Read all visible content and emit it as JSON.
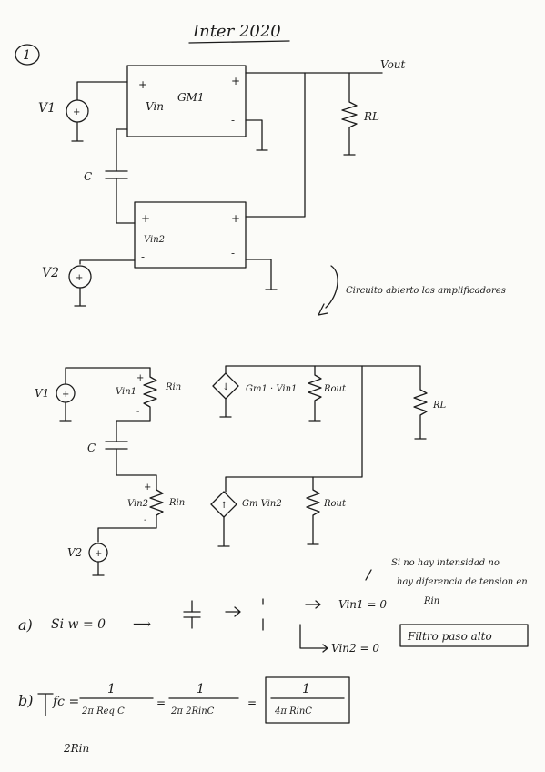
{
  "page": {
    "title": "Inter 2020",
    "problem_number": "1"
  },
  "circuit1": {
    "source_v1": "V1",
    "source_v2": "V2",
    "amp1_name": "GM1",
    "amp1_input": "Vin",
    "amp2_input": "Vin2",
    "plus": "+",
    "minus": "-",
    "capacitor": "C",
    "output": "Vout",
    "load": "RL",
    "note": "Circuito abierto los amplificadores"
  },
  "circuit2": {
    "v1": "V1",
    "v2": "V2",
    "vin1": "Vin1",
    "vin2": "Vin2",
    "rin1": "Rin",
    "rin2": "Rin",
    "cap": "C",
    "gm1_expr": "Gm1 · Vin1",
    "gm2_expr": "Gm Vin2",
    "rout1": "Rout",
    "rout2": "Rout",
    "rl": "RL",
    "plus": "+",
    "minus": "-"
  },
  "part_a": {
    "label": "a)",
    "condition": "Si  w = 0",
    "arrow": "⟶",
    "vin1": "Vin1 = 0",
    "vin2": "Vin2 = 0",
    "note_line1": "Si no hay intensidad no",
    "note_line2": "hay diferencia de tension en",
    "note_line3": "Rin",
    "result": "Filtro paso alto"
  },
  "part_b": {
    "label": "b)",
    "fc": "fc =",
    "num": "1",
    "den1": "2π Req C",
    "den2": "2π 2RinC",
    "den3": "4π RinC",
    "eq": "=",
    "req_note": "2Rin"
  }
}
